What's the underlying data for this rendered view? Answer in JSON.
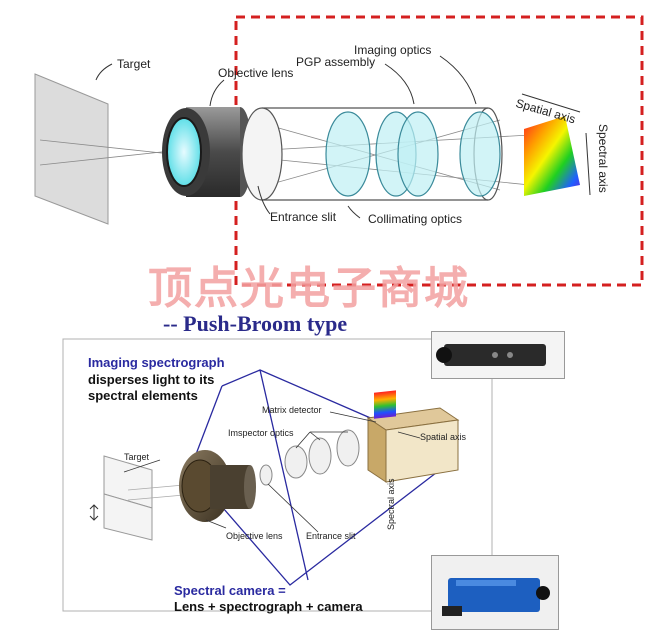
{
  "top_diagram": {
    "labels": {
      "target": "Target",
      "objective_lens": "Objective lens",
      "imaging_optics": "Imaging optics",
      "pgp_assembly": "PGP assembly",
      "spatial_axis": "Spatial axis",
      "spectral_axis": "Spectral axis",
      "entrance_slit": "Entrance slit",
      "collimating_optics": "Collimating optics"
    }
  },
  "watermark": "顶点光电子商城",
  "section_title": "-- Push-Broom type",
  "bottom_diagram": {
    "imaging_spectrograph": "Imaging spectrograph",
    "disperses_line1": "disperses light to its",
    "disperses_line2": "spectral elements",
    "matrix_detector": "Matrix detector",
    "imspector_optics": "Imspector optics",
    "spatial_axis": "Spatial axis",
    "spectral_axis": "Spectral axis",
    "target": "Target",
    "objective_lens": "Objective lens",
    "entrance_slit": "Entrance slit",
    "spectral_camera": "Spectral camera =",
    "camera_formula": "Lens + spectrograph + camera"
  },
  "colors": {
    "dashed_box": "#d42020",
    "blue_text": "#2a2aa0",
    "watermark": "#f3a0a0"
  }
}
